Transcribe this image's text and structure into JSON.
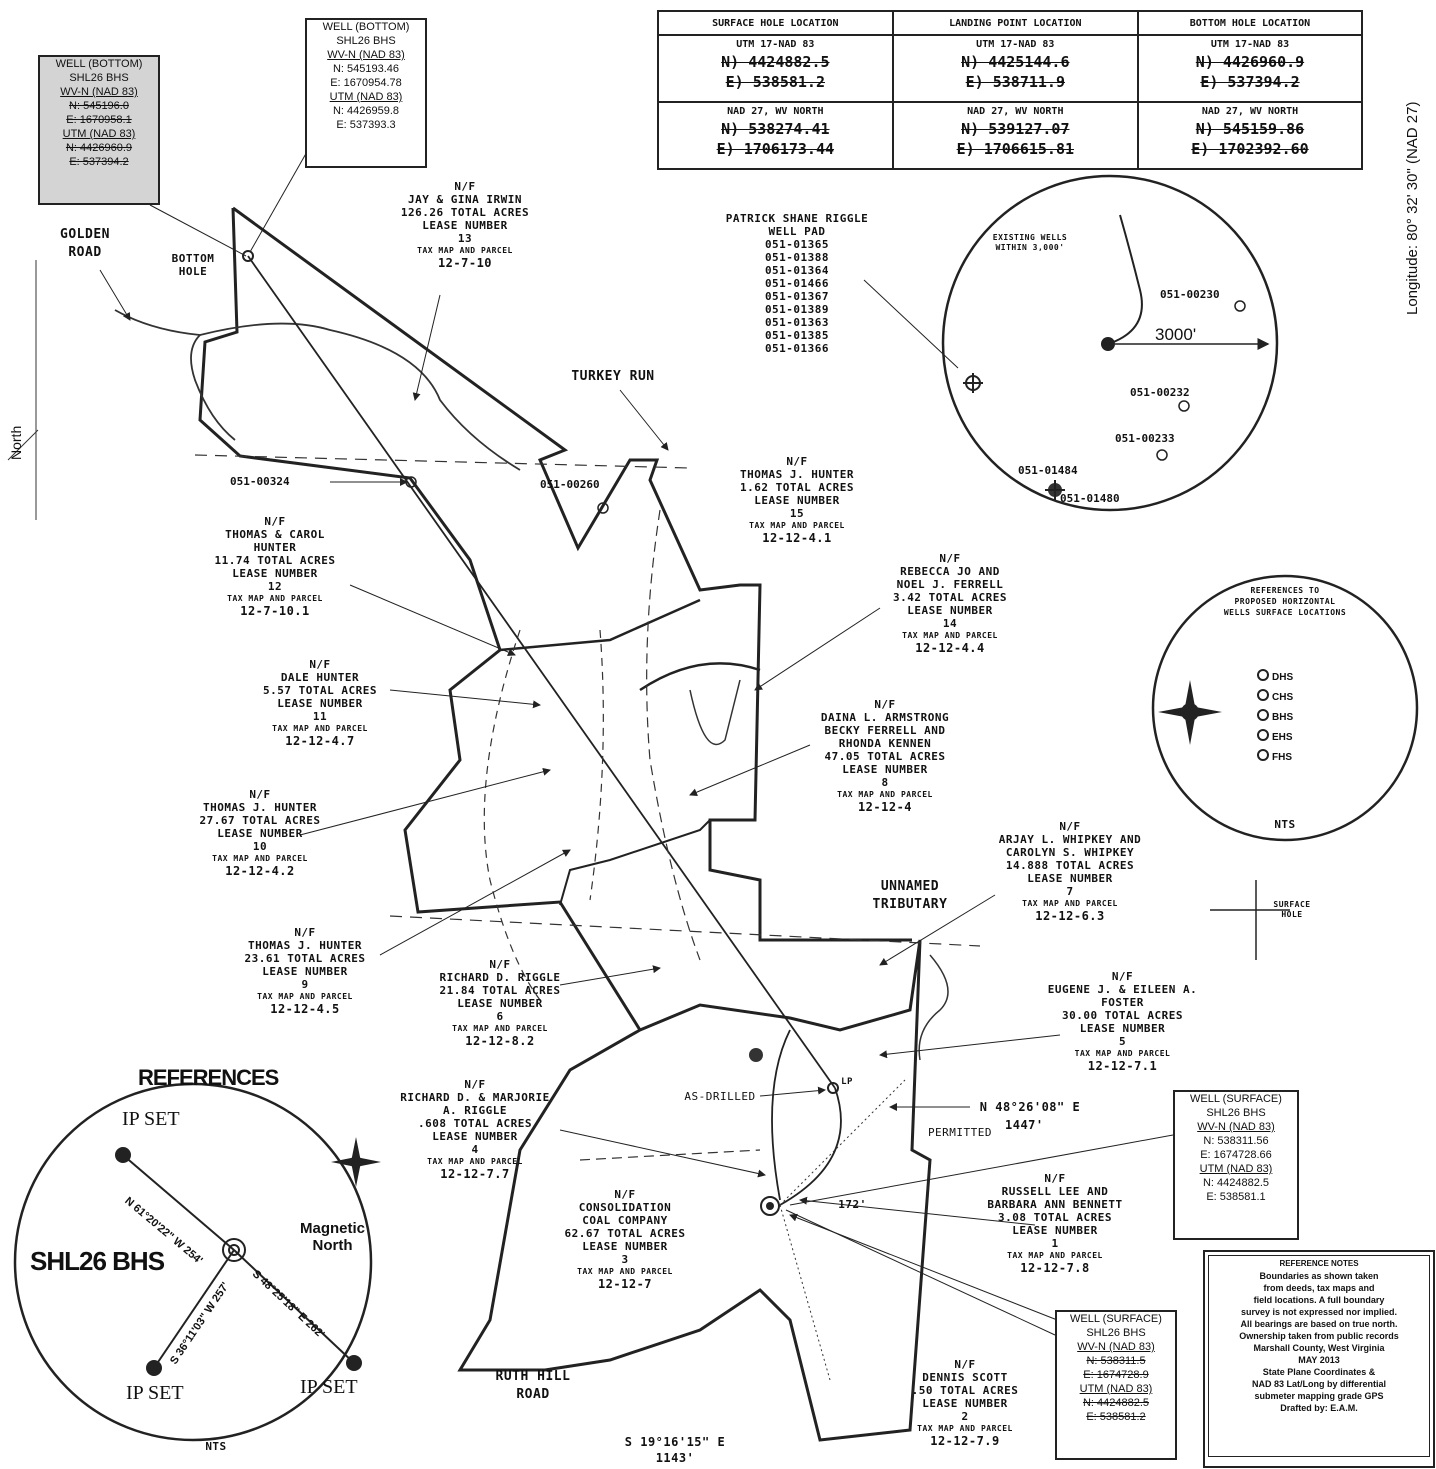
{
  "table": {
    "headers": [
      "SURFACE HOLE LOCATION",
      "LANDING POINT LOCATION",
      "BOTTOM HOLE LOCATION"
    ],
    "utm_label": "UTM 17-NAD 83",
    "nad27_label": "NAD 27, WV NORTH",
    "surface": {
      "utm_n": "N) 4424882.5",
      "utm_e": "E) 538581.2",
      "nad_n": "N) 538274.41",
      "nad_e": "E) 1706173.44"
    },
    "landing": {
      "utm_n": "N) 4425144.6",
      "utm_e": "E) 538711.9",
      "nad_n": "N) 539127.07",
      "nad_e": "E) 1706615.81"
    },
    "bottom": {
      "utm_n": "N) 4426960.9",
      "utm_e": "E) 537394.2",
      "nad_n": "N) 545159.86",
      "nad_e": "E) 1702392.60"
    }
  },
  "longitude": "Longitude: 80° 32' 30\" (NAD 27)",
  "north_label": "North",
  "well_boxes": {
    "bottom_gray": {
      "l1": "WELL (BOTTOM)",
      "l2": "SHL26 BHS",
      "l3": "WV-N (NAD 83)",
      "l4": "N: 545196.0",
      "l5": "E: 1670958.1",
      "l6": "UTM (NAD 83)",
      "l7": "N: 4426960.9",
      "l8": "E: 537394.2"
    },
    "bottom": {
      "l1": "WELL (BOTTOM)",
      "l2": "SHL26 BHS",
      "l3": "WV-N (NAD 83)",
      "l4": "N: 545193.46",
      "l5": "E: 1670954.78",
      "l6": "UTM (NAD 83)",
      "l7": "N: 4426959.8",
      "l8": "E: 537393.3"
    },
    "surface": {
      "l1": "WELL (SURFACE)",
      "l2": "SHL26 BHS",
      "l3": "WV-N (NAD 83)",
      "l4": "N: 538311.56",
      "l5": "E: 1674728.66",
      "l6": "UTM (NAD 83)",
      "l7": "N: 4424882.5",
      "l8": "E: 538581.1"
    },
    "surface2": {
      "l1": "WELL (SURFACE)",
      "l2": "SHL26 BHS",
      "l3": "WV-N (NAD 83)",
      "l4": "N: 538311.5",
      "l5": "E: 1674728.9",
      "l6": "UTM (NAD 83)",
      "l7": "N: 4424882.5",
      "l8": "E: 538581.2"
    }
  },
  "place_labels": {
    "golden_road_1": "GOLDEN",
    "golden_road_2": "ROAD",
    "bottom_hole_1": "BOTTOM",
    "bottom_hole_2": "HOLE",
    "turkey_run": "TURKEY RUN",
    "unnamed_1": "UNNAMED",
    "unnamed_2": "TRIBUTARY",
    "ruth_1": "RUTH HILL",
    "ruth_2": "ROAD",
    "as_drilled": "AS-DRILLED",
    "permitted": "PERMITTED",
    "lp": "LP",
    "dist_172": "172'",
    "bearing_ne_1": "N 48°26'08\" E",
    "bearing_ne_2": "1447'",
    "bearing_s_1": "S 19°16'15\" E",
    "bearing_s_2": "1143'"
  },
  "wells": {
    "w00324": "051-00324",
    "w00260": "051-00260",
    "w00230": "051-00230",
    "w00232": "051-00232",
    "w00233": "051-00233",
    "w01484": "051-01484",
    "w01480": "051-01480"
  },
  "pad": {
    "title_1": "PATRICK SHANE RIGGLE",
    "title_2": "WELL PAD",
    "ids": [
      "051-01365",
      "051-01388",
      "051-01364",
      "051-01466",
      "051-01367",
      "051-01389",
      "051-01363",
      "051-01385",
      "051-01366"
    ]
  },
  "parcels": [
    {
      "nf": "N/F",
      "owner": [
        "JAY & GINA IRWIN"
      ],
      "acres": "126.26 TOTAL ACRES",
      "lease": "LEASE NUMBER",
      "num": "13",
      "tax": "TAX MAP AND PARCEL",
      "parcel": "12-7-10"
    },
    {
      "nf": "N/F",
      "owner": [
        "THOMAS J. HUNTER"
      ],
      "acres": "1.62 TOTAL ACRES",
      "lease": "LEASE NUMBER",
      "num": "15",
      "tax": "TAX MAP AND PARCEL",
      "parcel": "12-12-4.1"
    },
    {
      "nf": "N/F",
      "owner": [
        "THOMAS & CAROL",
        "HUNTER"
      ],
      "acres": "11.74 TOTAL ACRES",
      "lease": "LEASE NUMBER",
      "num": "12",
      "tax": "TAX MAP AND PARCEL",
      "parcel": "12-7-10.1"
    },
    {
      "nf": "N/F",
      "owner": [
        "REBECCA JO AND",
        "NOEL J. FERRELL"
      ],
      "acres": "3.42 TOTAL ACRES",
      "lease": "LEASE NUMBER",
      "num": "14",
      "tax": "TAX MAP AND PARCEL",
      "parcel": "12-12-4.4"
    },
    {
      "nf": "N/F",
      "owner": [
        "DALE HUNTER"
      ],
      "acres": "5.57 TOTAL ACRES",
      "lease": "LEASE NUMBER",
      "num": "11",
      "tax": "TAX MAP AND PARCEL",
      "parcel": "12-12-4.7"
    },
    {
      "nf": "N/F",
      "owner": [
        "DAINA L. ARMSTRONG",
        "BECKY FERRELL AND",
        "RHONDA KENNEN"
      ],
      "acres": "47.05 TOTAL ACRES",
      "lease": "LEASE NUMBER",
      "num": "8",
      "tax": "TAX MAP AND PARCEL",
      "parcel": "12-12-4"
    },
    {
      "nf": "N/F",
      "owner": [
        "THOMAS J. HUNTER"
      ],
      "acres": "27.67 TOTAL ACRES",
      "lease": "LEASE NUMBER",
      "num": "10",
      "tax": "TAX MAP AND PARCEL",
      "parcel": "12-12-4.2"
    },
    {
      "nf": "N/F",
      "owner": [
        "ARJAY L. WHIPKEY AND",
        "CAROLYN S. WHIPKEY"
      ],
      "acres": "14.888 TOTAL ACRES",
      "lease": "LEASE NUMBER",
      "num": "7",
      "tax": "TAX MAP AND PARCEL",
      "parcel": "12-12-6.3"
    },
    {
      "nf": "N/F",
      "owner": [
        "THOMAS J. HUNTER"
      ],
      "acres": "23.61 TOTAL ACRES",
      "lease": "LEASE NUMBER",
      "num": "9",
      "tax": "TAX MAP AND PARCEL",
      "parcel": "12-12-4.5"
    },
    {
      "nf": "N/F",
      "owner": [
        "RICHARD D. RIGGLE"
      ],
      "acres": "21.84 TOTAL ACRES",
      "lease": "LEASE NUMBER",
      "num": "6",
      "tax": "TAX MAP AND PARCEL",
      "parcel": "12-12-8.2"
    },
    {
      "nf": "N/F",
      "owner": [
        "EUGENE J. & EILEEN A.",
        "FOSTER"
      ],
      "acres": "30.00 TOTAL ACRES",
      "lease": "LEASE NUMBER",
      "num": "5",
      "tax": "TAX MAP AND PARCEL",
      "parcel": "12-12-7.1"
    },
    {
      "nf": "N/F",
      "owner": [
        "RICHARD D. & MARJORIE",
        "A. RIGGLE"
      ],
      "acres": ".608 TOTAL ACRES",
      "lease": "LEASE NUMBER",
      "num": "4",
      "tax": "TAX MAP AND PARCEL",
      "parcel": "12-12-7.7"
    },
    {
      "nf": "N/F",
      "owner": [
        "CONSOLIDATION",
        "COAL COMPANY"
      ],
      "acres": "62.67 TOTAL ACRES",
      "lease": "LEASE NUMBER",
      "num": "3",
      "tax": "TAX MAP AND PARCEL",
      "parcel": "12-12-7"
    },
    {
      "nf": "N/F",
      "owner": [
        "RUSSELL LEE AND",
        "BARBARA ANN BENNETT"
      ],
      "acres": "3.08 TOTAL ACRES",
      "lease": "LEASE NUMBER",
      "num": "1",
      "tax": "TAX MAP AND PARCEL",
      "parcel": "12-12-7.8"
    },
    {
      "nf": "N/F",
      "owner": [
        "DENNIS SCOTT"
      ],
      "acres": ".50 TOTAL ACRES",
      "lease": "LEASE NUMBER",
      "num": "2",
      "tax": "TAX MAP AND PARCEL",
      "parcel": "12-12-7.9"
    }
  ],
  "existing_wells": {
    "title_1": "EXISTING WELLS",
    "title_2": "WITHIN 3,000'",
    "radius": "3000'"
  },
  "refs_circle": {
    "title_1": "REFERENCES TO",
    "title_2": "PROPOSED HORIZONTAL",
    "title_3": "WELLS SURFACE LOCATIONS",
    "items": [
      "DHS",
      "CHS",
      "BHS",
      "EHS",
      "FHS"
    ],
    "nts": "NTS"
  },
  "surface_hole": {
    "l1": "SURFACE",
    "l2": "HOLE"
  },
  "references": {
    "title": "REFERENCES",
    "ip1": "IP SET",
    "ip2": "IP SET",
    "ip3": "IP SET",
    "well": "SHL26 BHS",
    "mag_1": "Magnetic",
    "mag_2": "North",
    "b1": "N 61°20'22\" W",
    "b1d": "254'",
    "b2": "S 48°25'18\" E",
    "b2d": "262'",
    "b3": "S 36°11'03\" W",
    "b3d": "257'",
    "nts": "NTS"
  },
  "notes": {
    "title": "REFERENCE NOTES",
    "lines": [
      "Boundaries as shown taken",
      "from deeds, tax maps and",
      "field locations. A full boundary",
      "survey is not expressed nor implied.",
      "All bearings are based on true north.",
      "Ownership taken from public records",
      "Marshall County, West Virginia",
      "MAY 2013",
      "State Plane Coordinates &",
      "NAD 83 Lat/Long by differential",
      "submeter mapping grade GPS",
      "Drafted by: E.A.M."
    ]
  }
}
